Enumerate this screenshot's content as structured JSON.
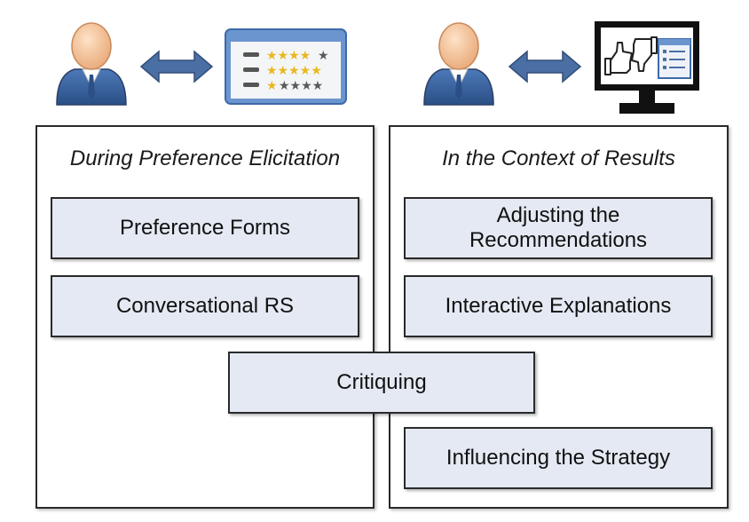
{
  "left_panel": {
    "title": "During Preference Elicitation",
    "items": [
      "Preference Forms",
      "Conversational RS"
    ]
  },
  "right_panel": {
    "title": "In the Context of Results",
    "items": [
      "Adjusting the Recommendations",
      "Interactive Explanations",
      "Influencing the Strategy"
    ]
  },
  "shared_item": "Critiquing",
  "colors": {
    "box_fill": "#e4e9f3",
    "arrow": "#4a6fa5",
    "suit": "#3a5f9a",
    "skin": "#f6c69a"
  },
  "icons": [
    "user-icon",
    "double-arrow-icon",
    "rating-form-icon",
    "monitor-feedback-icon",
    "star-icon",
    "thumbs-up-icon",
    "thumbs-down-icon"
  ]
}
